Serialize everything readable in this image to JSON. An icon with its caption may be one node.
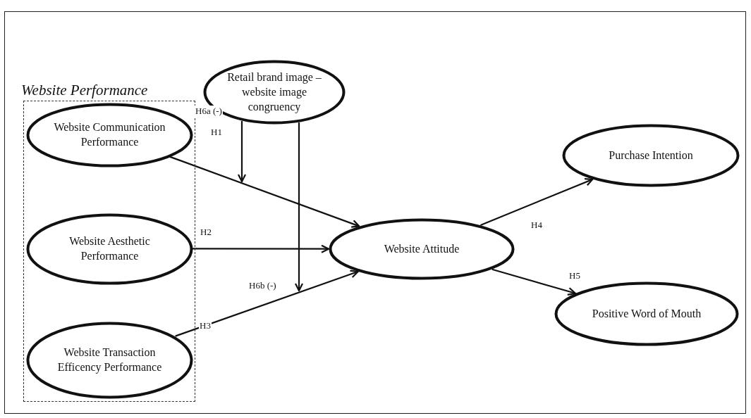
{
  "diagram": {
    "nodes": [
      {
        "text": [
          "Website Performance"
        ]
      },
      {
        "text": [
          "Website Communication Performance"
        ],
        "in": 0
      },
      {
        "text": [
          "Website Aesthetic Performance"
        ],
        "in": 0
      },
      {
        "text": [
          "Website Transaction Efficency Performance"
        ],
        "in": 0
      },
      {
        "text": [
          "Retail brand image – website image congruency"
        ]
      },
      {
        "text": [
          "Website Attitude"
        ]
      },
      {
        "text": [
          "Purchase Intention"
        ]
      },
      {
        "text": [
          "Positive Word of Mouth"
        ]
      }
    ],
    "edges": [
      {
        "from": 1,
        "to": 5,
        "arrow": "to",
        "label": "H1"
      },
      {
        "from": 2,
        "to": 5,
        "arrow": "to",
        "label": "H2"
      },
      {
        "from": 3,
        "to": 5,
        "arrow": "to",
        "label": "H3"
      },
      {
        "from": 4,
        "to": null,
        "arrow": "to",
        "label": "H6a (-)"
      },
      {
        "from": 4,
        "to": null,
        "arrow": "to",
        "label": "H6b (-)"
      },
      {
        "from": 5,
        "to": 6,
        "arrow": "to",
        "label": "H4"
      },
      {
        "from": 5,
        "to": 7,
        "arrow": "to",
        "label": "H5"
      }
    ]
  }
}
